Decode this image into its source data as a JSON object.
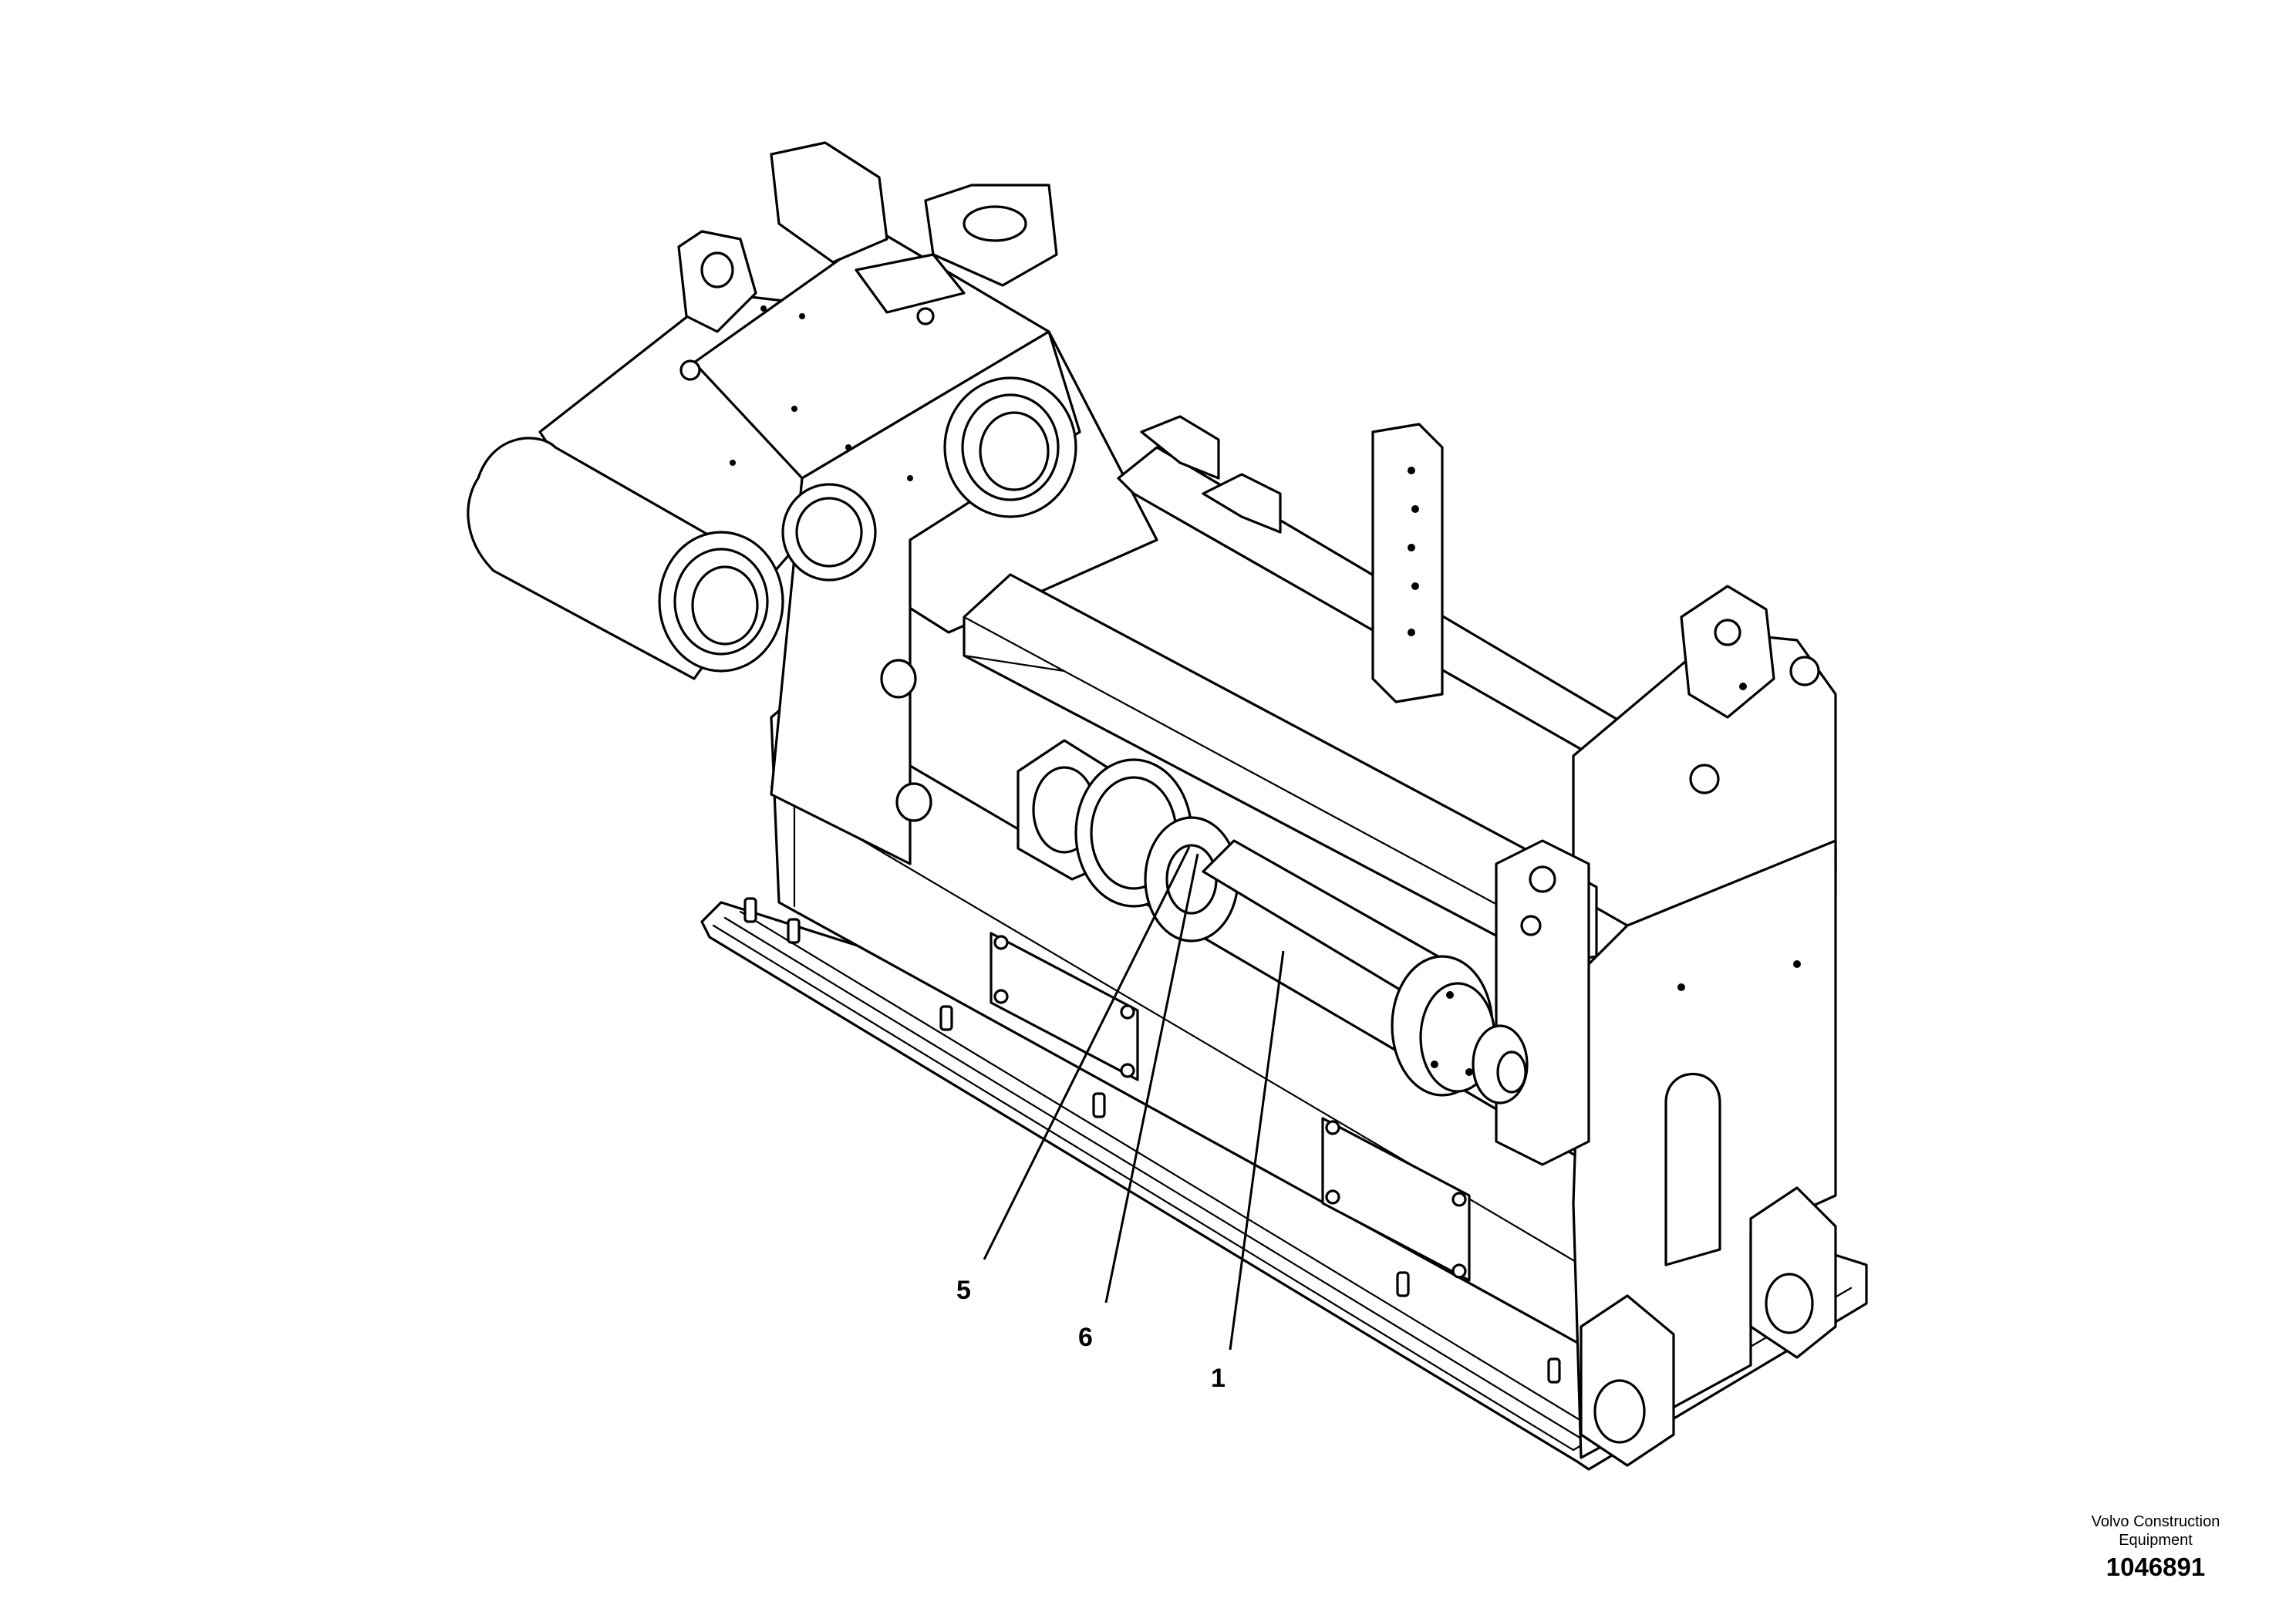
{
  "callouts": [
    {
      "id": "callout-5",
      "label": "5"
    },
    {
      "id": "callout-6",
      "label": "6"
    },
    {
      "id": "callout-1",
      "label": "1"
    }
  ],
  "credit": {
    "company": "Volvo Construction",
    "division": "Equipment",
    "drawing_number": "1046891"
  }
}
